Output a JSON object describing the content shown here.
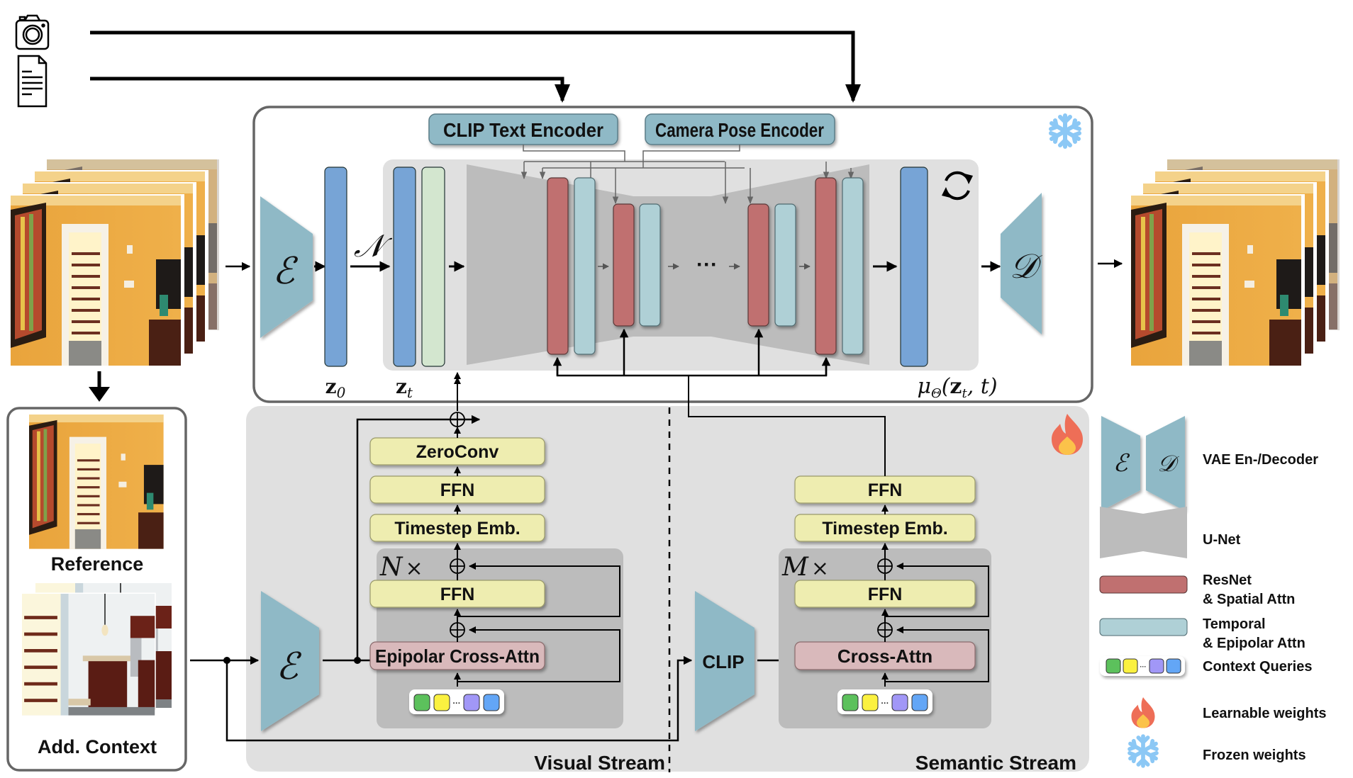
{
  "inputs": {
    "camera_icon": "camera-icon",
    "text_icon": "document-icon"
  },
  "frozen_module": {
    "clip_text_encoder": "CLIP Text Encoder",
    "camera_pose_encoder": "Camera Pose Encoder",
    "encoder_symbol": "ℰ",
    "decoder_symbol": "𝒟",
    "noise_symbol": "𝒩",
    "z0_label": "z",
    "z0_sub": "0",
    "zt_label": "z",
    "zt_sub": "t",
    "output_label_mu": "μ",
    "output_label_sub": "Θ",
    "output_label_args": "(z",
    "output_label_args_sub": "t",
    "output_label_tail": ", t)",
    "ellipsis": "···",
    "status_icon": "snowflake-icon",
    "loop_icon": "refresh-icon"
  },
  "context_panel": {
    "reference_label": "Reference",
    "context_label": "Add. Context"
  },
  "visual_stream": {
    "title": "Visual Stream",
    "encoder_symbol": "ℰ",
    "repeat_label": "N",
    "times": "×",
    "blocks": [
      "ZeroConv",
      "FFN",
      "Timestep Emb."
    ],
    "inner_ffn": "FFN",
    "attention": "Epipolar Cross-Attn",
    "query_ellipsis": "···"
  },
  "semantic_stream": {
    "title": "Semantic Stream",
    "encoder_label": "CLIP",
    "repeat_label": "M",
    "times": "×",
    "blocks": [
      "FFN",
      "Timestep Emb."
    ],
    "inner_ffn": "FFN",
    "attention": "Cross-Attn",
    "query_ellipsis": "···",
    "status_icon": "fire-icon"
  },
  "legend": {
    "items": [
      {
        "icon": "vae-encoder-decoder-icon",
        "label": "VAE En-/Decoder"
      },
      {
        "icon": "unet-icon",
        "label": "U-Net"
      },
      {
        "icon": "resnet-block-icon",
        "label_lines": [
          "ResNet",
          "& Spatial Attn"
        ]
      },
      {
        "icon": "temporal-block-icon",
        "label_lines": [
          "Temporal",
          "& Epipolar Attn"
        ]
      },
      {
        "icon": "context-queries-icon",
        "label": "Context Queries"
      },
      {
        "icon": "fire-icon",
        "label": "Learnable weights"
      },
      {
        "icon": "snowflake-icon",
        "label": "Frozen weights"
      }
    ]
  },
  "colors": {
    "encoder_teal": "#8fb9c6",
    "latent_blue": "#77a4d6",
    "latent_green": "#d3e6cf",
    "resnet_red": "#c07070",
    "temporal_cyan": "#afd0d6",
    "unet_grey": "#bcbcbc",
    "panel_grey": "#e0e0e0",
    "block_yellow": "#eeedb0",
    "attn_pink": "#d9b9bb",
    "query_green": "#5cc15c",
    "query_yellow": "#fbf140",
    "query_purple": "#a197f7",
    "query_blue": "#63a6f6",
    "snowflake": "#8cc8f5",
    "fire_outer": "#ee6e57",
    "fire_inner": "#fbc24a"
  }
}
